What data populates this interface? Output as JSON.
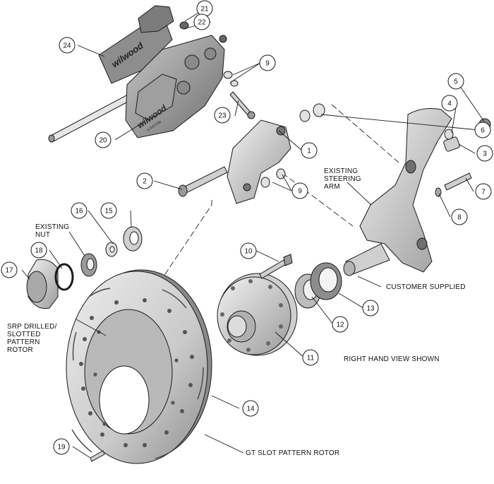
{
  "callouts": [
    "1",
    "2",
    "3",
    "4",
    "5",
    "6",
    "7",
    "8",
    "9",
    "10",
    "11",
    "12",
    "13",
    "14",
    "15",
    "16",
    "17",
    "18",
    "19",
    "20",
    "21",
    "22",
    "23",
    "24"
  ],
  "callout_items": [
    {
      "n": "1"
    },
    {
      "n": "2"
    },
    {
      "n": "3"
    },
    {
      "n": "4"
    },
    {
      "n": "5"
    },
    {
      "n": "6"
    },
    {
      "n": "7"
    },
    {
      "n": "8"
    },
    {
      "n": "9"
    },
    {
      "n": "9"
    },
    {
      "n": "10"
    },
    {
      "n": "11"
    },
    {
      "n": "12"
    },
    {
      "n": "13"
    },
    {
      "n": "14"
    },
    {
      "n": "15"
    },
    {
      "n": "16"
    },
    {
      "n": "17"
    },
    {
      "n": "18"
    },
    {
      "n": "19"
    },
    {
      "n": "20"
    },
    {
      "n": "21"
    },
    {
      "n": "22"
    },
    {
      "n": "23"
    },
    {
      "n": "24"
    }
  ],
  "labels": {
    "existing_steering_arm": "EXISTING\nSTEERING\nARM",
    "existing_nut": "EXISTING\nNUT",
    "customer_supplied": "CUSTOMER SUPPLIED",
    "right_hand_view": "RIGHT HAND VIEW SHOWN",
    "srp_rotor": "SRP DRILLED/\nSLOTTED\nPATTERN\nROTOR",
    "gt_slot_rotor": "GT SLOT PATTERN ROTOR"
  },
  "logos": {
    "pad_logo": "wilwood",
    "caliper_logo": "wilwood",
    "caliper_sub": "6 PISTON"
  },
  "colors": {
    "line": "#1a1a1a",
    "metal_light": "#e6e6e6",
    "metal_mid": "#bdbdbd",
    "metal_dark": "#7a7a7a",
    "caliper": "#9a9a9a",
    "rotor_face": "#d2d2d2"
  }
}
